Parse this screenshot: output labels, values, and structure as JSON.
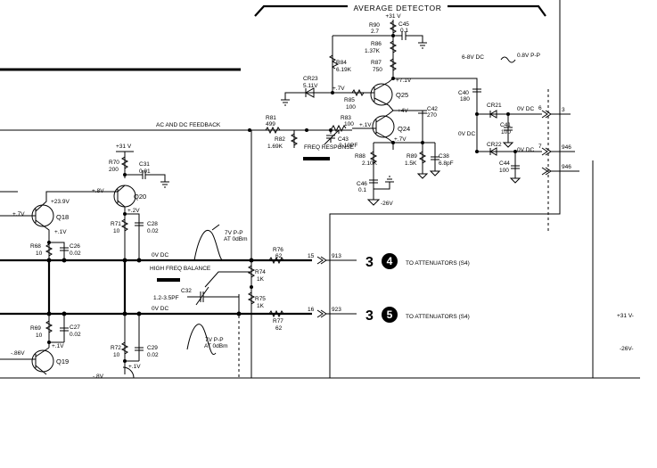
{
  "header": {
    "title": "AVERAGE DETECTOR"
  },
  "feedback_label": "AC AND DC FEEDBACK",
  "supply": {
    "plus31_top": "+31 V",
    "plus31_left": "+31 V",
    "plus31_right": "+31 V-",
    "minus26_right": "-26V-",
    "minus26_bottom": "-26V"
  },
  "components": {
    "R90": [
      "R90",
      "2.7"
    ],
    "C45": [
      "C45",
      "0.1"
    ],
    "R86": [
      "R86",
      "1.37K"
    ],
    "R87": [
      "R87",
      "750"
    ],
    "R84": [
      "R84",
      "6.19K"
    ],
    "CR23": [
      "CR23",
      "5.11V"
    ],
    "R85": [
      "R85",
      "100"
    ],
    "Q25": "Q25",
    "Q24": "Q24",
    "C42": [
      "C42",
      "270"
    ],
    "R81": [
      "R81",
      "499"
    ],
    "R82": [
      "R82",
      "1.69K"
    ],
    "R83": [
      "R83",
      "100"
    ],
    "C43": [
      "C43",
      "2-10PF"
    ],
    "R88": [
      "R88",
      "2.10K"
    ],
    "R89": [
      "R89",
      "1.5K"
    ],
    "C38": [
      "C38",
      "6.8pF"
    ],
    "C46": [
      "C46",
      "0.1"
    ],
    "C40": [
      "C40",
      "180"
    ],
    "CR21": "CR21",
    "C41": [
      "C41",
      "100"
    ],
    "CR22": "CR22",
    "C44": [
      "C44",
      "100"
    ],
    "R70": [
      "R70",
      "200"
    ],
    "C31": [
      "C31",
      "0.01"
    ],
    "Q20": "Q20",
    "Q18": "Q18",
    "R71": [
      "R71",
      "10"
    ],
    "C28": [
      "C28",
      "0.02"
    ],
    "R68": [
      "R68",
      "10"
    ],
    "C26": [
      "C26",
      "0.02"
    ],
    "R69": [
      "R69",
      "10"
    ],
    "C27": [
      "C27",
      "0.02"
    ],
    "Q19": "Q19",
    "R72": [
      "R72",
      "10"
    ],
    "C29": [
      "C29",
      "0.02"
    ],
    "R76": [
      "R76",
      "62"
    ],
    "R74": [
      "R74",
      "1K"
    ],
    "R75": [
      "R75",
      "1K"
    ],
    "R77": [
      "R77",
      "62"
    ],
    "C32": [
      "C32",
      "1.2-3.5PF"
    ]
  },
  "voltages": {
    "v71": "+7.1V",
    "v4v": "+4V",
    "v7v_q24": "+.7V",
    "v1v": "+.1V",
    "v7v_q25": "+.7V",
    "v23_9": "+23.9V",
    "v8v": "+.8V",
    "v2v": "+.2V",
    "v7v_q18": "+.7V",
    "v1v_q18": "+.1V",
    "v86": "-.86V",
    "v1v_q19": "+.1V",
    "v8v_bot": "-.8V",
    "v1v_bot": "+.1V",
    "v0v_dc": "0V DC"
  },
  "waveforms": {
    "pp_top": "6-8V DC",
    "pp_top2": "0.8V P-P",
    "w1a": "7V P-P",
    "w1b": "AT 0dBm",
    "w2a": "7V P-P",
    "w2b": "AT 0dBm"
  },
  "labels": {
    "freq_response": "FREQ RESPONSE",
    "high_freq_balance": "HIGH FREQ BALANCE",
    "ov_dc_1": "0V DC",
    "ov_dc_2": "0V DC",
    "ov_dc_3": "0V DC",
    "ov_dc_4": "0V DC",
    "ov_dc_5": "0V DC"
  },
  "connectors": {
    "pin6": "6",
    "pin7": "7",
    "pin15": "15",
    "pin16": "16",
    "w3": "3",
    "w946a": "946",
    "w946b": "946",
    "w913": "913",
    "w923": "923"
  },
  "outputs": [
    {
      "big": "3",
      "circle": "4",
      "text": "TO ATTENUATORS (S4)"
    },
    {
      "big": "3",
      "circle": "5",
      "text": "TO ATTENUATORS (S4)"
    }
  ]
}
